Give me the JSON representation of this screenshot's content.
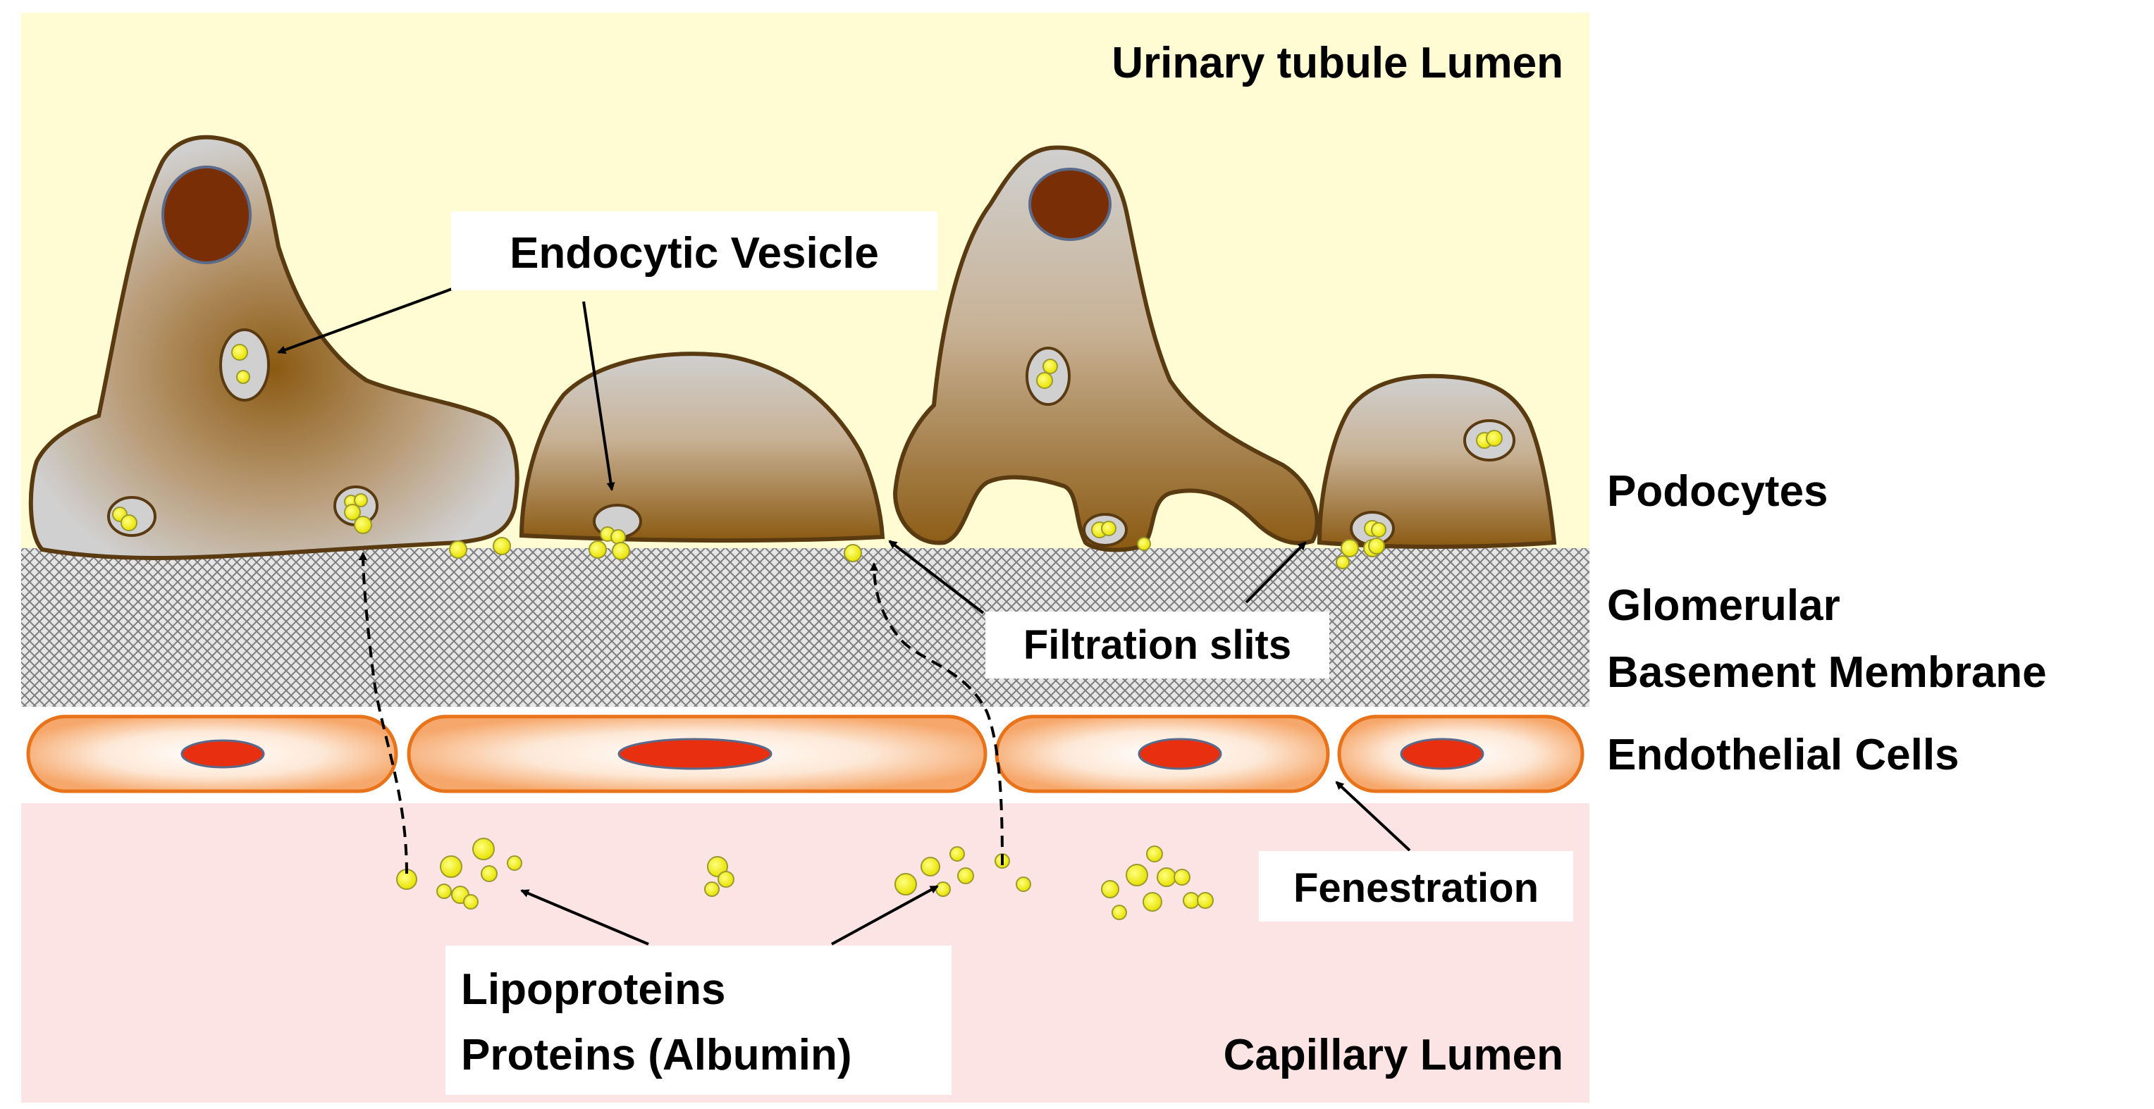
{
  "regions": {
    "urinary_lumen": "Urinary tubule Lumen",
    "capillary_lumen": "Capillary Lumen"
  },
  "layers": {
    "podocytes": "Podocytes",
    "gbm_line1": "Glomerular",
    "gbm_line2": "Basement Membrane",
    "endothelial": "Endothelial Cells"
  },
  "callouts": {
    "endocytic_vesicle": "Endocytic Vesicle",
    "filtration_slits": "Filtration slits",
    "fenestration": "Fenestration",
    "proteins_line1": "Lipoproteins",
    "proteins_line2": "Proteins (Albumin)"
  },
  "colors": {
    "urinary_bg": "#fffbd2",
    "capillary_bg": "#fde4e4",
    "cell_outline": "#5a3a10",
    "podocyte_dark": "#8b5a12",
    "podocyte_light": "#d0d0d0",
    "nucleus": "#7a2e05",
    "endothelial_outline": "#e8731a",
    "endothelial_nucleus": "#e83010",
    "particle": "#f5f200"
  }
}
